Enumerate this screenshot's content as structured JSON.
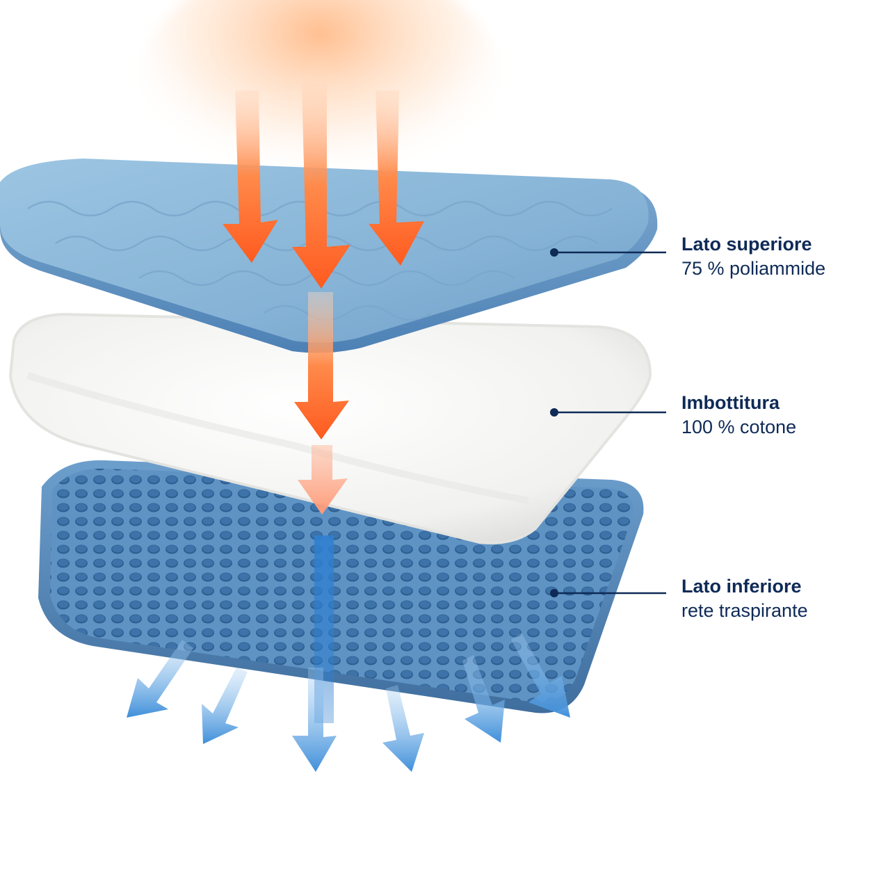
{
  "layers": [
    {
      "title": "Lato superiore",
      "subtitle": "75 % poliammide"
    },
    {
      "title": "Imbottitura",
      "subtitle": "100 % cotone"
    },
    {
      "title": "Lato inferiore",
      "subtitle": "rete traspirante"
    }
  ],
  "colors": {
    "text": "#0e2a57",
    "top_layer": "#8fbad9",
    "middle_layer": "#f3f3f1",
    "bottom_mesh": "#5f93c4",
    "heat_arrow": "#ff6a2e",
    "air_arrow": "#4f98db"
  },
  "icons": [
    "heat-arrow-icon",
    "air-flow-arrow-icon"
  ]
}
